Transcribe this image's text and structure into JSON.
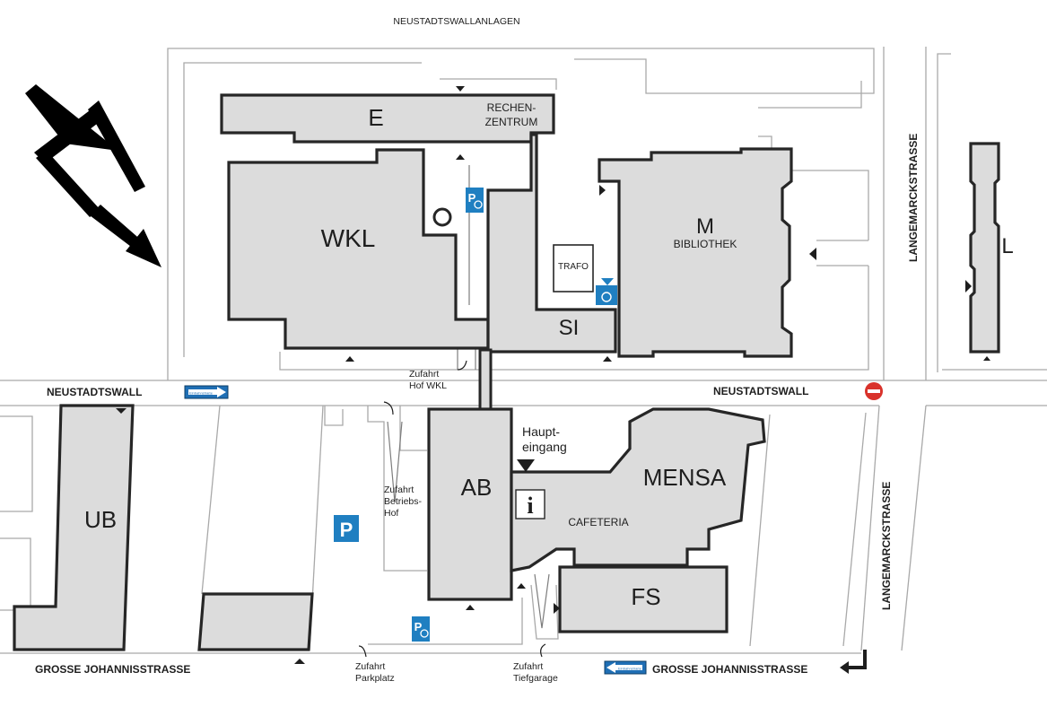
{
  "streets": {
    "north": "NEUSTADTSWALLANLAGEN",
    "wall_left": "NEUSTADTSWALL",
    "wall_right": "NEUSTADTSWALL",
    "langemarck_upper": "LANGEMARCKSTRASSE",
    "langemarck_lower": "LANGEMARCKSTRASSE",
    "johannis_left": "GROSSE JOHANNISSTRASSE",
    "johannis_right": "GROSSE JOHANNISSTRASSE"
  },
  "buildings": {
    "E": "E",
    "rechen1": "RECHEN-",
    "rechen2": "ZENTRUM",
    "WKL": "WKL",
    "M": "M",
    "bibliothek": "BIBLIOTHEK",
    "trafo": "TRAFO",
    "SI": "SI",
    "L": "L",
    "AB": "AB",
    "mensa": "MENSA",
    "cafeteria": "CAFETERIA",
    "FS": "FS",
    "UB": "UB",
    "haupt1": "Haupt-",
    "haupt2": "eingang"
  },
  "access": {
    "wkl1": "Zufahrt",
    "wkl2": "Hof WKL",
    "betr1": "Zufahrt",
    "betr2": "Betriebs-",
    "betr3": "Hof",
    "park1": "Zufahrt",
    "park2": "Parkplatz",
    "tief1": "Zufahrt",
    "tief2": "Tiefgarage"
  },
  "signs": {
    "oneway": "Einbahnstraße",
    "parking": "P",
    "info": "i"
  },
  "colors": {
    "building_fill": "#dcdcdc",
    "building_stroke": "#262626",
    "parking_blue": "#1f7fc1",
    "no_entry_red": "#d9322b"
  },
  "icons": [
    "north-arrow-icon",
    "parking-icon",
    "disabled-parking-icon",
    "wheelchair-icon",
    "info-icon",
    "no-entry-icon",
    "one-way-sign-icon",
    "entrance-triangle-icon"
  ]
}
